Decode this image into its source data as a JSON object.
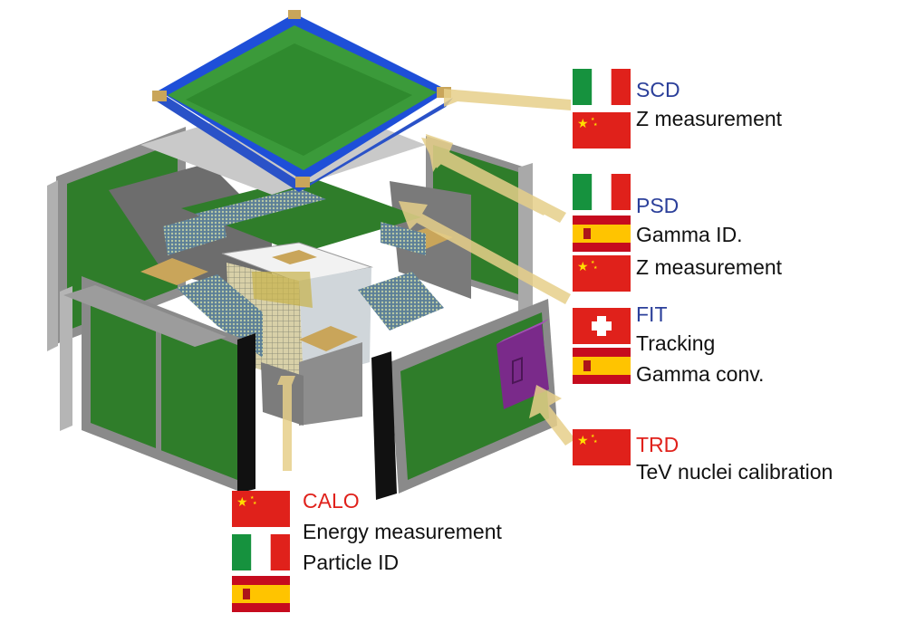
{
  "detectors": {
    "scd": {
      "name": "SCD",
      "roles": [
        "Z measurement"
      ],
      "flags": [
        "italy-flag",
        "china-flag"
      ],
      "name_color": "#2b3f9a"
    },
    "psd": {
      "name": "PSD",
      "roles": [
        "Gamma ID.",
        "Z measurement"
      ],
      "flags": [
        "italy-flag",
        "spain-flag",
        "china-flag"
      ],
      "name_color": "#2b3f9a"
    },
    "fit": {
      "name": "FIT",
      "roles": [
        "Tracking",
        "Gamma conv."
      ],
      "flags": [
        "switzerland-flag",
        "spain-flag"
      ],
      "name_color": "#2b3f9a"
    },
    "trd": {
      "name": "TRD",
      "roles": [
        "TeV nuclei calibration"
      ],
      "flags": [
        "china-flag"
      ],
      "name_color": "#e0211b"
    },
    "calo": {
      "name": "CALO",
      "roles": [
        "Energy measurement",
        "Particle ID"
      ],
      "flags": [
        "china-flag",
        "italy-flag",
        "spain-flag"
      ],
      "name_color": "#e0211b"
    }
  },
  "colors": {
    "panel_green": "#2f7d2a",
    "frame_gray": "#9a9a9a",
    "scd_blue": "#1e4fd8",
    "connector_tan": "#c9a55a",
    "trd_purple": "#7a2a8a",
    "arrow_gold": "#e6cf8a"
  }
}
